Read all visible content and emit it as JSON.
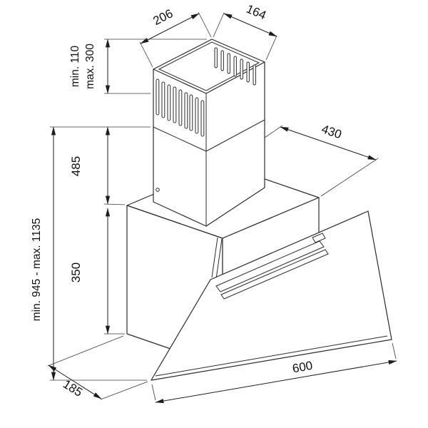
{
  "drawing": {
    "background": "#ffffff",
    "line_color": "#2b2b2b"
  },
  "labels": {
    "top_width": "206",
    "top_depth": "164",
    "flue_min": "min. 110",
    "flue_max": "max. 300",
    "flue_height": "485",
    "body_height": "350",
    "overall_height": "min. 945 - max. 1135",
    "base_depth": "185",
    "width": "600",
    "depth": "430"
  }
}
